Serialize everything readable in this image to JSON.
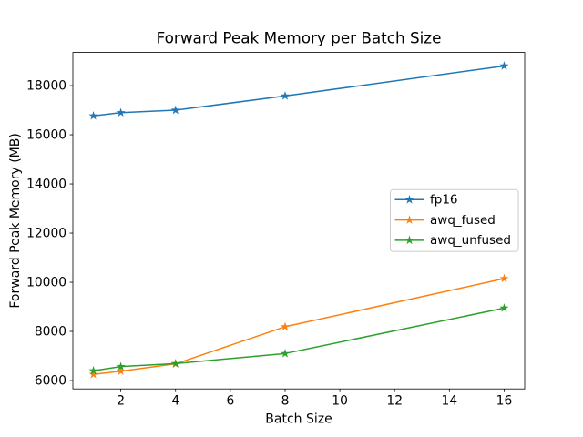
{
  "chart_data": {
    "type": "line",
    "title": "Forward Peak Memory per Batch Size",
    "xlabel": "Batch Size",
    "ylabel": "Forward Peak Memory (MB)",
    "x": [
      1,
      2,
      4,
      8,
      16
    ],
    "series": [
      {
        "name": "fp16",
        "color": "#1f77b4",
        "marker": "star",
        "values": [
          16770,
          16900,
          17000,
          17580,
          18800
        ]
      },
      {
        "name": "awq_fused",
        "color": "#ff7f0e",
        "marker": "star",
        "values": [
          6250,
          6380,
          6680,
          8190,
          10150
        ]
      },
      {
        "name": "awq_unfused",
        "color": "#2ca02c",
        "marker": "star",
        "values": [
          6400,
          6570,
          6690,
          7100,
          8950
        ]
      }
    ],
    "xticks": [
      2,
      4,
      6,
      8,
      10,
      12,
      14,
      16
    ],
    "yticks": [
      6000,
      8000,
      10000,
      12000,
      14000,
      16000,
      18000
    ],
    "xlim": [
      0.25,
      16.75
    ],
    "ylim": [
      5660,
      19350
    ],
    "grid": false,
    "legend_position": "center right",
    "line_width": 1.5,
    "axis_color": "#000000",
    "legend_border_color": "#cccccc",
    "background_color": "#ffffff"
  }
}
